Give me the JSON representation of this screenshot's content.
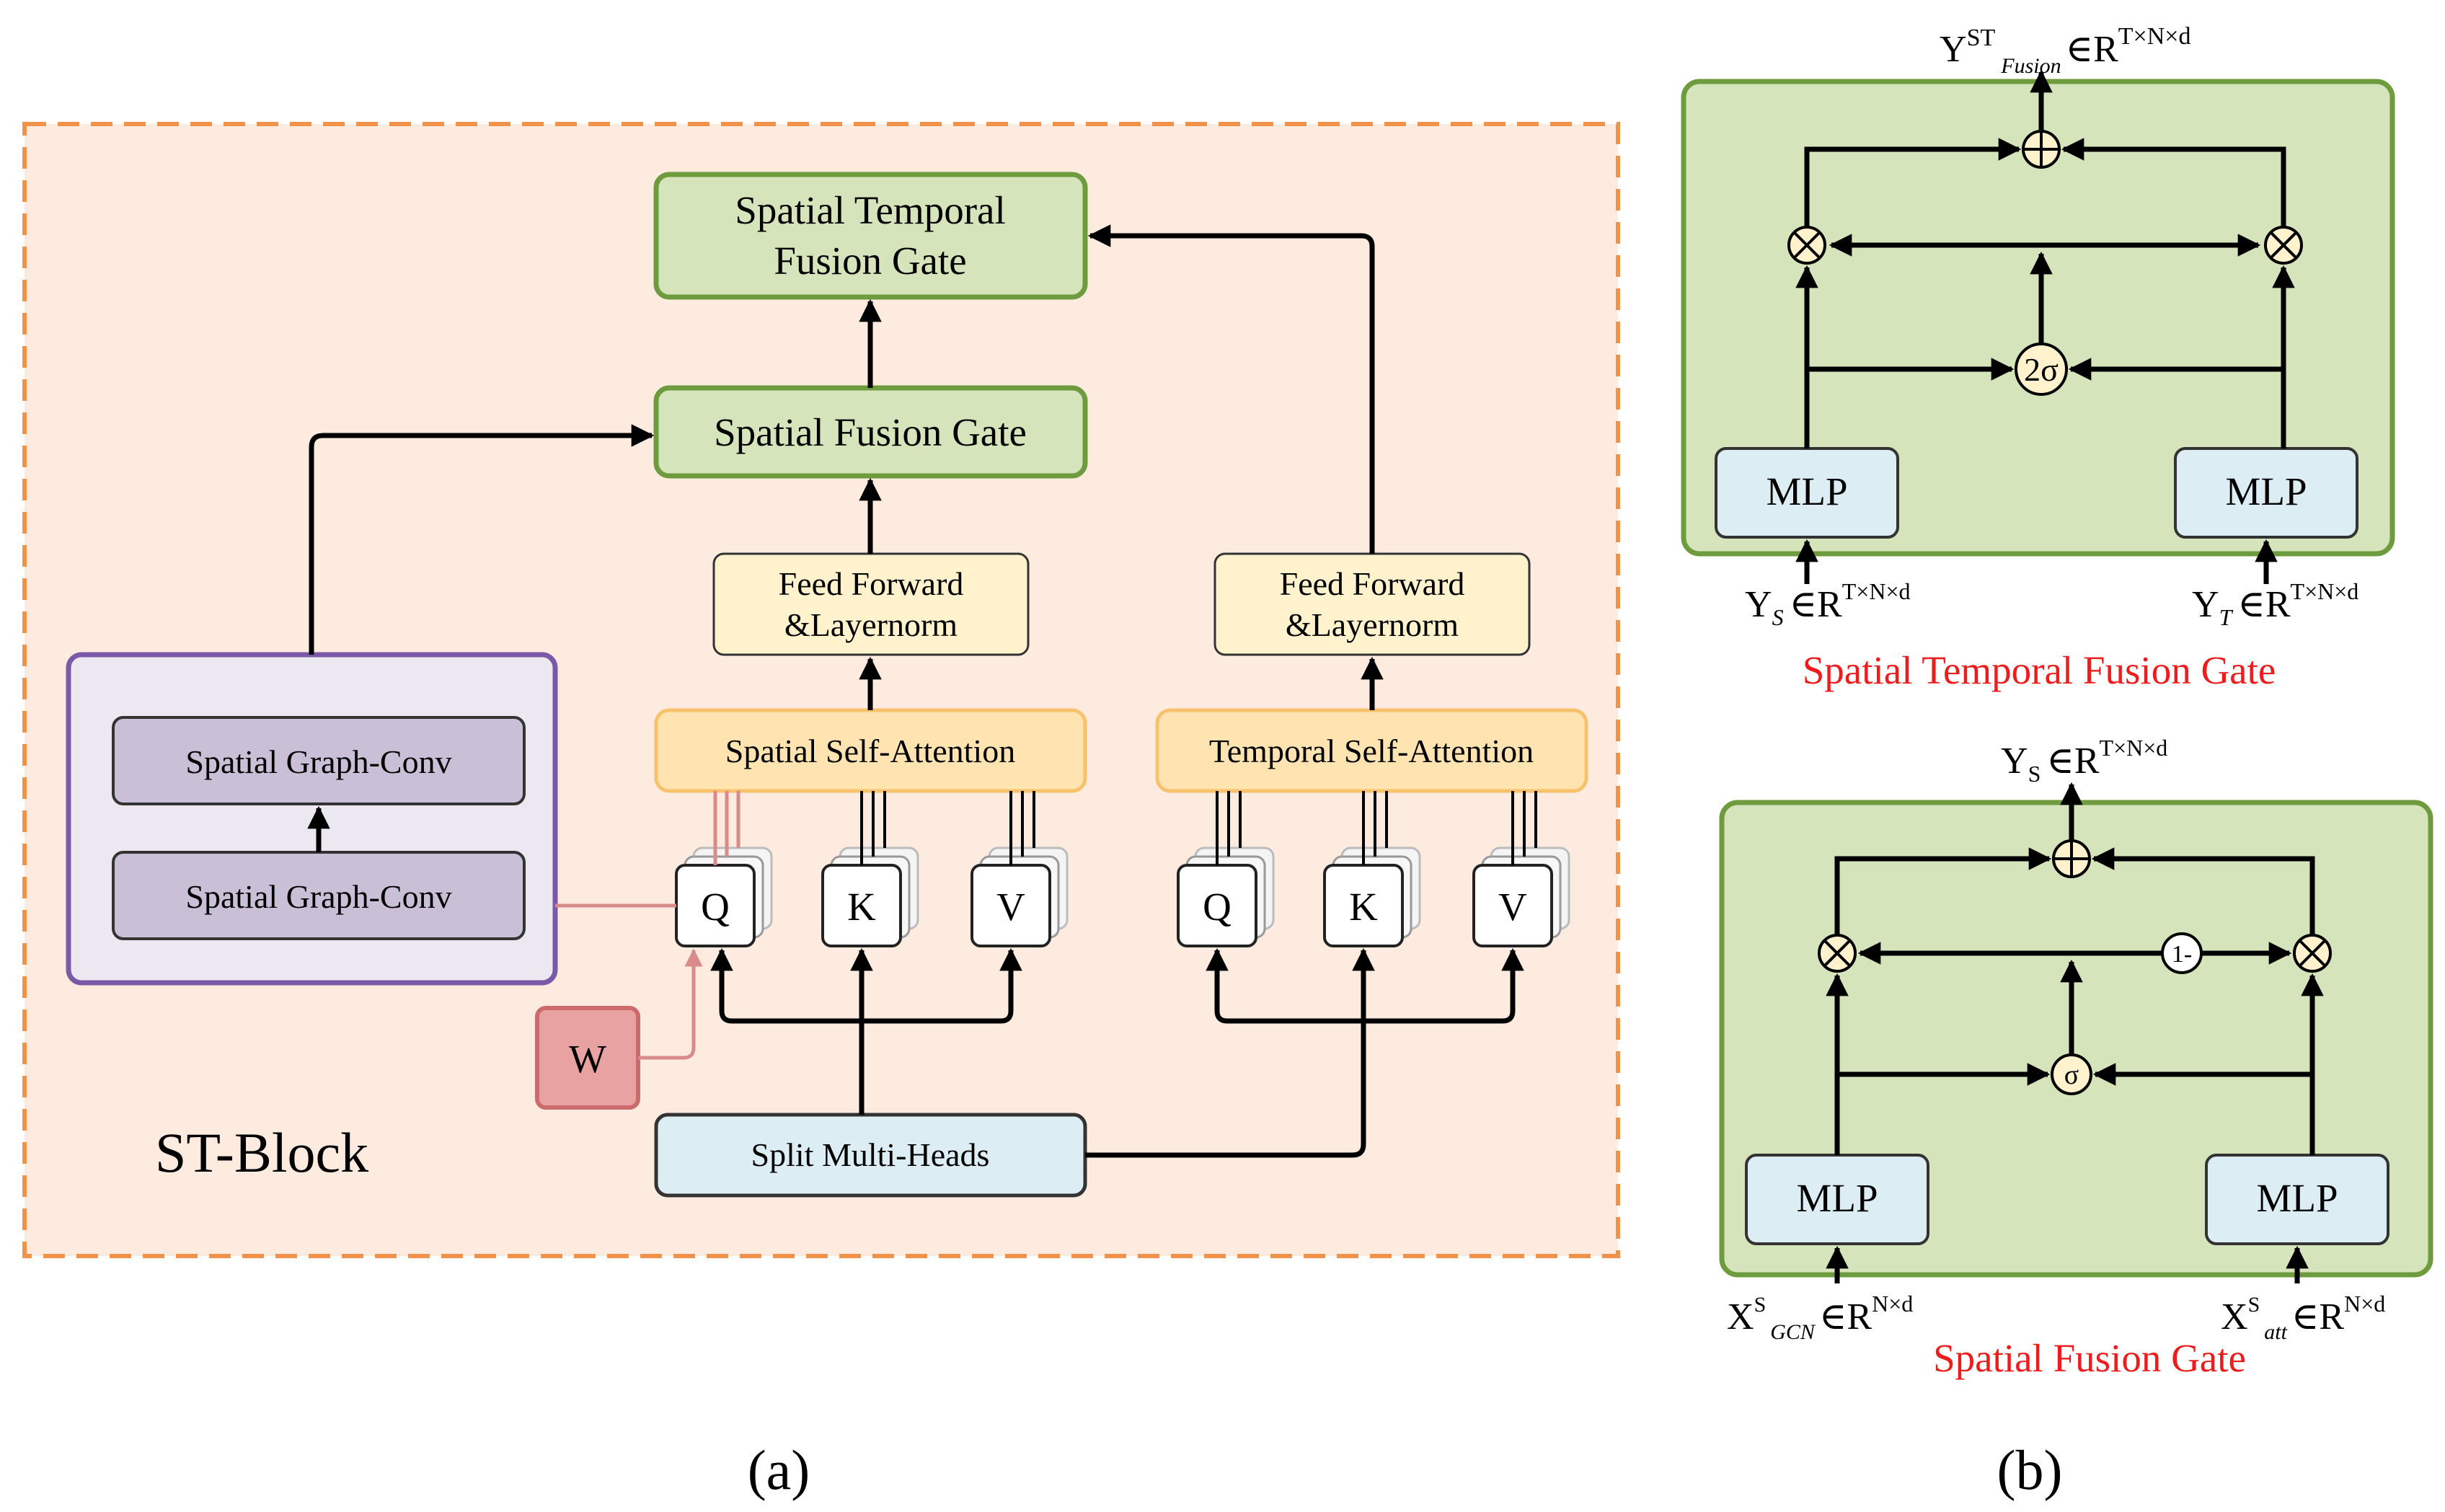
{
  "panel_a": {
    "caption": "(a)",
    "st_block": "ST-Block",
    "spatial_temporal_fusion_gate": [
      "Spatial Temporal",
      "Fusion Gate"
    ],
    "spatial_fusion_gate": "Spatial Fusion Gate",
    "ff_left": [
      "Feed Forward",
      "&Layernorm"
    ],
    "ff_right": [
      "Feed Forward",
      "&Layernorm"
    ],
    "spatial_self_attention": "Spatial Self-Attention",
    "temporal_self_attention": "Temporal Self-Attention",
    "graph_conv_top": "Spatial Graph-Conv",
    "graph_conv_bottom": "Spatial Graph-Conv",
    "q": "Q",
    "k": "K",
    "v": "V",
    "w": "W",
    "split_heads": "Split Multi-Heads"
  },
  "panel_b": {
    "caption": "(b)",
    "top": {
      "title": "Spatial Temporal Fusion Gate",
      "mlp_left": "MLP",
      "mlp_right": "MLP",
      "sigma": "2σ",
      "output": {
        "base": "Y",
        "sup": "ST",
        "sub": "Fusion",
        "set": "∈R",
        "dim": "T×N×d"
      },
      "input_left": {
        "base": "Y",
        "sub": "S",
        "set": "∈R",
        "dim": "T×N×d"
      },
      "input_right": {
        "base": "Y",
        "sub": "T",
        "set": "∈R",
        "dim": "T×N×d"
      }
    },
    "bottom": {
      "title": "Spatial Fusion Gate",
      "mlp_left": "MLP",
      "mlp_right": "MLP",
      "sigma": "σ",
      "one_minus": "1-",
      "output": {
        "base": "Y",
        "sub": "S",
        "set": "∈R",
        "dim": "T×N×d"
      },
      "input_left": {
        "base": "X",
        "sup": "S",
        "sub": "GCN",
        "set": "∈R",
        "dim": "N×d"
      },
      "input_right": {
        "base": "X",
        "sup": "S",
        "sub": "att",
        "set": "∈R",
        "dim": "N×d"
      }
    }
  },
  "colors": {
    "block_bg": "#fdebe0",
    "block_border": "#f0924a",
    "green_fill": "#d6e4bc",
    "green_border": "#6e9b3e",
    "yellow_fill": "#fff2cc",
    "orange_fill": "#ffe4b2",
    "orange_border": "#f7c26b",
    "purple_fill": "#c9c0d7",
    "purple_outer": "#7a5aa6",
    "blue_fill": "#dcedf3",
    "red_fill": "#e9a2a2",
    "red_border": "#cc6b6b",
    "caption_red": "#ee1c1c"
  }
}
